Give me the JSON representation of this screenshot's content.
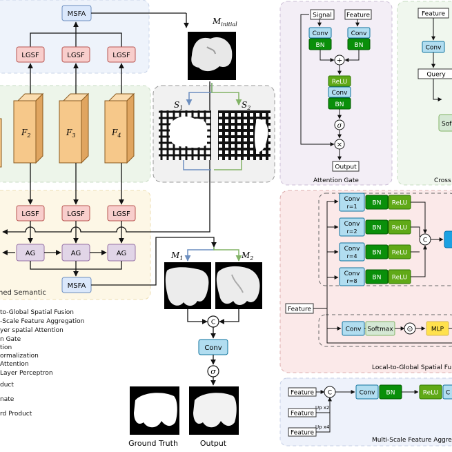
{
  "colors": {
    "msfa_fill": "#dbe8fb",
    "msfa_stroke": "#6c8ebf",
    "lgsf_fill": "#f8cecc",
    "lgsf_stroke": "#b85450",
    "ag_fill": "#e1d5e7",
    "ag_stroke": "#9673a6",
    "conv_fill": "#b1ddf0",
    "conv_stroke": "#10739e",
    "bn_fill": "#0a8f0a",
    "relu_fill": "#60a917",
    "softmax_fill": "#d5e8d4",
    "mlp_fill": "#ffe14d",
    "feature_fill": "#f6c88a",
    "panel_blue": "#eef3fb",
    "panel_green": "#edf5ea",
    "panel_yellow": "#fdf7e6",
    "panel_gray": "#f1f1f1",
    "panel_purple": "#f3eef6",
    "panel_pink": "#fbe9e9",
    "panel_lightgreen": "#f0f7ee",
    "panel_lightblue": "#eef2fb",
    "arrow_blue": "#6c8ebf",
    "arrow_green": "#82b366"
  },
  "main": {
    "msfa_top": "MSFA",
    "msfa_bottom": "MSFA",
    "lgsf": "LGSF",
    "ag": "AG",
    "features": [
      {
        "base": "F",
        "sub": "2"
      },
      {
        "base": "F",
        "sub": "3"
      },
      {
        "base": "F",
        "sub": "4"
      }
    ],
    "enriched_semantic": "hed Semantic",
    "m_initial": {
      "base": "M",
      "sub": "initial"
    },
    "s1": {
      "base": "S",
      "sub": "1"
    },
    "s2": {
      "base": "S",
      "sub": "2"
    },
    "m1": {
      "base": "M",
      "sub": "1"
    },
    "m2": {
      "base": "M",
      "sub": "2"
    },
    "concat": "C",
    "conv": "Conv",
    "sigma": "σ",
    "ground_truth": "Ground Truth",
    "output": "Output"
  },
  "legend": [
    "to-Global Spatial Fusion",
    "-Scale Feature Aggregation",
    "yer spatial Attention",
    "n Gate",
    "tion",
    "ormalization",
    "Attention",
    "Layer Perceptron",
    "duct",
    "nate",
    "rd Product"
  ],
  "attention_gate": {
    "signal": "Signal",
    "feature": "Feature",
    "conv": "Conv",
    "bn": "BN",
    "plus": "+",
    "relu": "ReLU",
    "sigma": "σ",
    "times": "×",
    "output": "Output",
    "caption": "Attention Gate"
  },
  "cross": {
    "feature": "Feature",
    "conv": "Conv",
    "query": "Query",
    "softmax_cut": "Sof",
    "caption": "Cross"
  },
  "lgsf_detail": {
    "branches": [
      {
        "conv": "Conv",
        "rate": "r=1"
      },
      {
        "conv": "Conv",
        "rate": "r=2"
      },
      {
        "conv": "Conv",
        "rate": "r=4"
      },
      {
        "conv": "Conv",
        "rate": "r=8"
      }
    ],
    "bn": "BN",
    "relu": "ReLU",
    "concat": "C",
    "feature": "Feature",
    "conv": "Conv",
    "softmax": "Softmax",
    "odot": "⊙",
    "mlp": "MLP",
    "caption": "Local-to-Global Spatial Fu"
  },
  "msfa_detail": {
    "features": [
      "Feature",
      "Feature",
      "Feature"
    ],
    "up2": "Up x2",
    "up4": "Up x4",
    "concat": "C",
    "conv": "Conv",
    "bn": "BN",
    "relu": "ReLU",
    "conv_cut": "C",
    "caption": "Multi-Scale Feature Aggreg"
  }
}
